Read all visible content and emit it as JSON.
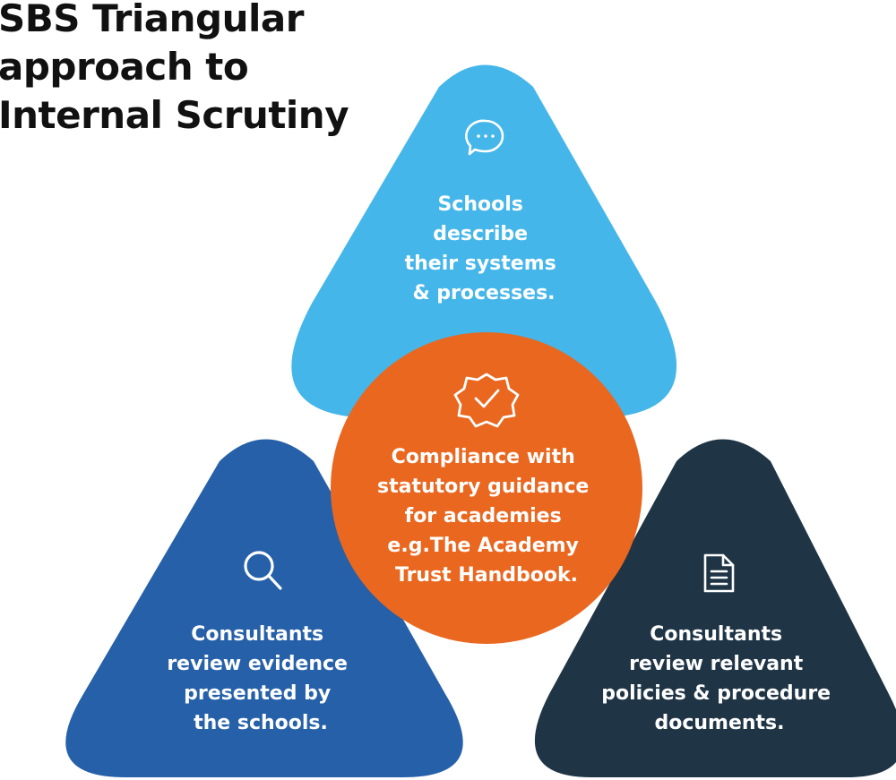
{
  "title_lines": [
    "SBS Triangular",
    "approach to",
    "Internal Scrutiny"
  ],
  "colors": {
    "top": "#44b6e9",
    "left": "#2560a9",
    "right": "#1f3546",
    "center": "#ea671f",
    "text": "#ffffff",
    "title": "#111111"
  },
  "nodes": {
    "top": {
      "icon": "chat-bubble-icon",
      "lines": [
        "Schools",
        "describe",
        "their systems",
        "& processes."
      ]
    },
    "left": {
      "icon": "search-icon",
      "lines": [
        "Consultants",
        "review evidence",
        "presented by",
        "the schools."
      ]
    },
    "right": {
      "icon": "document-icon",
      "lines": [
        "Consultants",
        "review relevant",
        "policies & procedure",
        "documents."
      ]
    },
    "center": {
      "icon": "badge-check-icon",
      "lines": [
        "Compliance with",
        "statutory guidance",
        "for academies",
        "e.g.The Academy",
        "Trust Handbook."
      ]
    }
  }
}
